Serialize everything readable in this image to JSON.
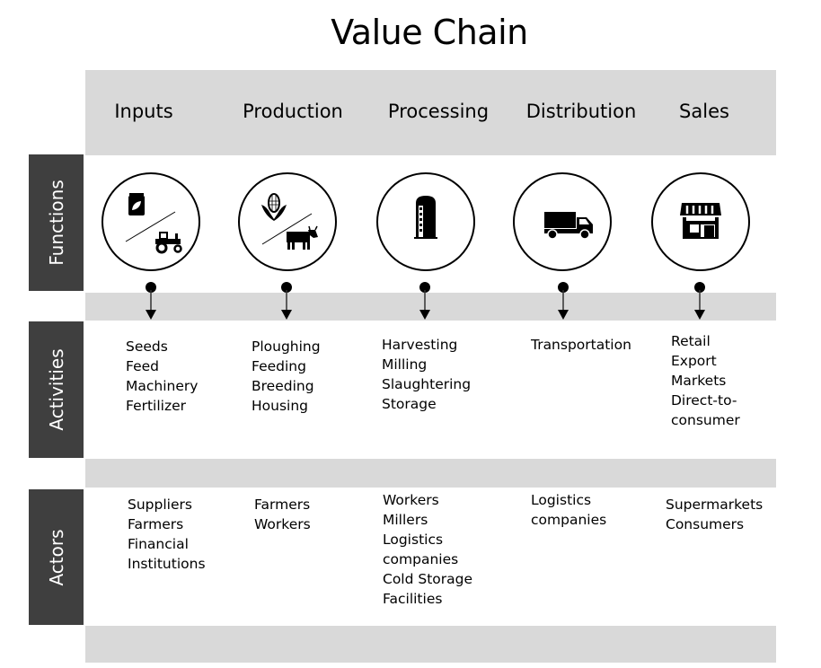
{
  "title": "Value Chain",
  "row_labels": {
    "functions": "Functions",
    "activities": "Activities",
    "actors": "Actors"
  },
  "stages": [
    {
      "name": "Inputs",
      "icons": [
        "seed-bag-icon",
        "tractor-icon"
      ],
      "activities": [
        "Seeds",
        "Feed",
        "Machinery",
        "Fertilizer"
      ],
      "actors": [
        "Suppliers",
        "Farmers",
        "Financial",
        "Institutions"
      ]
    },
    {
      "name": "Production",
      "icons": [
        "corn-icon",
        "cow-icon"
      ],
      "activities": [
        "Ploughing",
        "Feeding",
        "Breeding",
        "Housing"
      ],
      "actors": [
        "Farmers",
        "Workers"
      ]
    },
    {
      "name": "Processing",
      "icons": [
        "silo-icon"
      ],
      "activities": [
        "Harvesting",
        "Milling",
        "Slaughtering",
        "Storage"
      ],
      "actors": [
        "Workers",
        "Millers",
        "Logistics",
        "companies",
        "Cold Storage",
        "Facilities"
      ]
    },
    {
      "name": "Distribution",
      "icons": [
        "truck-icon"
      ],
      "activities": [
        "Transportation"
      ],
      "actors": [
        "Logistics",
        "companies"
      ]
    },
    {
      "name": "Sales",
      "icons": [
        "storefront-icon"
      ],
      "activities": [
        "Retail",
        "Export",
        "Markets",
        "Direct-to-",
        "consumer"
      ],
      "actors": [
        "Supermarkets",
        "Consumers"
      ]
    }
  ],
  "colors": {
    "band": "#d9d9d9",
    "side_label_bg": "#3f3f3f",
    "ink": "#000000"
  }
}
